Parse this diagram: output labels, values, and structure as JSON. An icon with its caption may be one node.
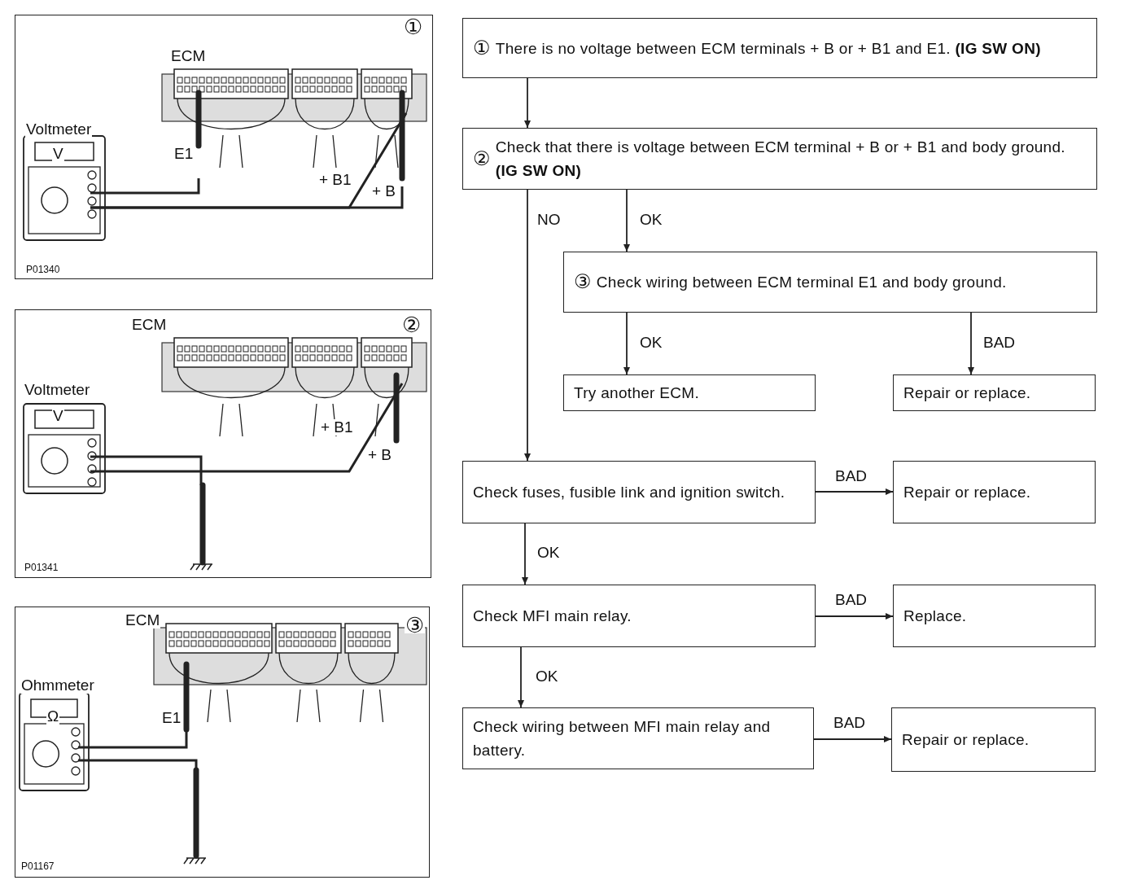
{
  "diagram": {
    "nodes": [
      {
        "text": [
          "①",
          "There is no voltage between ECM terminals + B or + B1 and E1. **(IG SW ON)**"
        ]
      },
      {
        "text": [
          "②",
          "Check that there is voltage between ECM terminal + B or + B1 and body ground. **(IG SW ON)**"
        ]
      },
      {
        "text": [
          "③",
          "Check wiring between ECM terminal E1 and body ground."
        ]
      },
      {
        "text": [
          "Try another ECM."
        ]
      },
      {
        "text": [
          "Repair or replace."
        ]
      },
      {
        "text": [
          "Check fuses, fusible link and ignition switch."
        ]
      },
      {
        "text": [
          "Repair or replace."
        ]
      },
      {
        "text": [
          "Check MFI main relay."
        ]
      },
      {
        "text": [
          "Replace."
        ]
      },
      {
        "text": [
          "Check wiring between MFI main relay and battery."
        ]
      },
      {
        "text": [
          "Repair or replace."
        ]
      },
      {
        "text": [
          "①",
          "ECM",
          "Voltmeter",
          "V",
          "E1",
          "+ B1",
          "+ B",
          "P01340"
        ]
      },
      {
        "text": [
          "ECM",
          "②",
          "Voltmeter",
          "V",
          "+ B1",
          "+ B",
          "P01341"
        ]
      },
      {
        "text": [
          "ECM",
          "③",
          "Ohmmeter",
          "Ω",
          "E1",
          "P01167"
        ]
      }
    ],
    "edges": [
      {
        "from": 0,
        "to": 1,
        "arrow": "to"
      },
      {
        "from": 1,
        "to": 2,
        "arrow": "to",
        "label": "OK"
      },
      {
        "from": 2,
        "to": 3,
        "arrow": "to",
        "label": "OK"
      },
      {
        "from": 2,
        "to": 4,
        "arrow": "to",
        "label": "BAD"
      },
      {
        "from": 1,
        "to": 5,
        "arrow": "to",
        "label": "NO"
      },
      {
        "from": 5,
        "to": 6,
        "arrow": "to",
        "label": "BAD"
      },
      {
        "from": 5,
        "to": 7,
        "arrow": "to",
        "label": "OK"
      },
      {
        "from": 7,
        "to": 8,
        "arrow": "to",
        "label": "BAD"
      },
      {
        "from": 7,
        "to": 9,
        "arrow": "to",
        "label": "OK"
      },
      {
        "from": 9,
        "to": 10,
        "arrow": "to",
        "label": "BAD"
      }
    ]
  }
}
